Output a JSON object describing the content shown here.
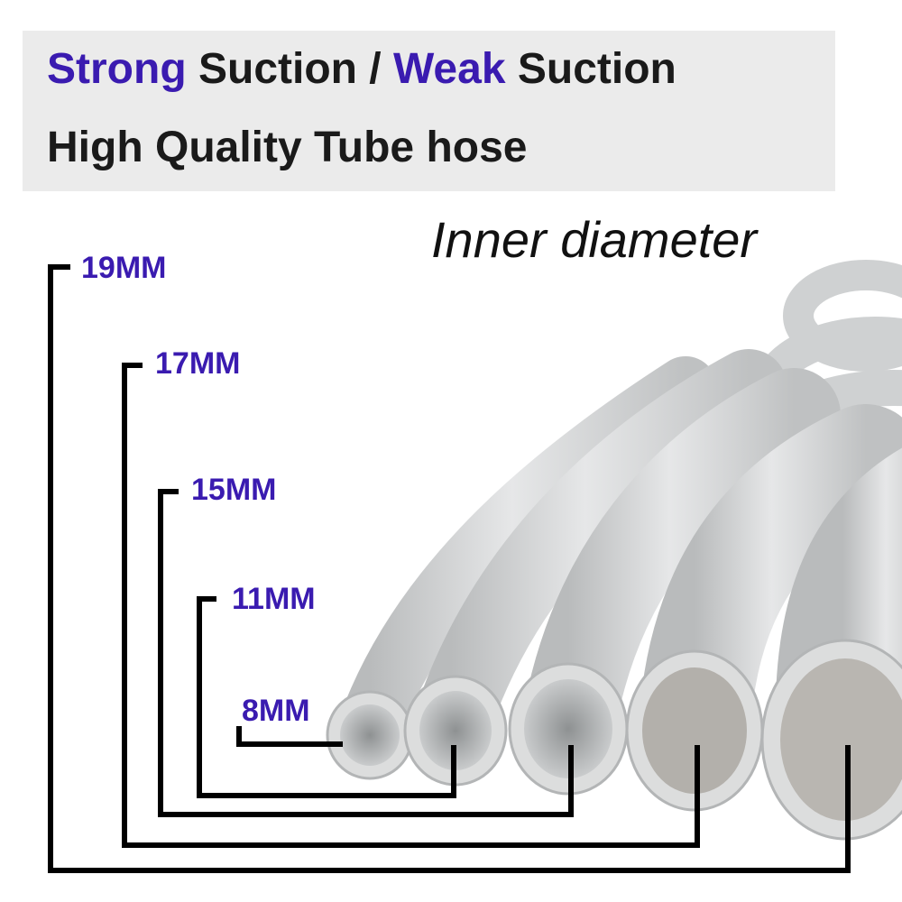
{
  "banner": {
    "line1": {
      "strong": "Strong",
      "mid": " Suction / ",
      "weak": "Weak",
      "end": " Suction"
    },
    "line2": "High Quality Tube hose"
  },
  "subtitle": "Inner diameter",
  "sizes": [
    "19MM",
    "17MM",
    "15MM",
    "11MM",
    "8MM"
  ],
  "colors": {
    "accent": "#3a1bb0",
    "banner_bg": "#ebebeb",
    "hose": "#d9dadb",
    "bracket": "#000000"
  }
}
